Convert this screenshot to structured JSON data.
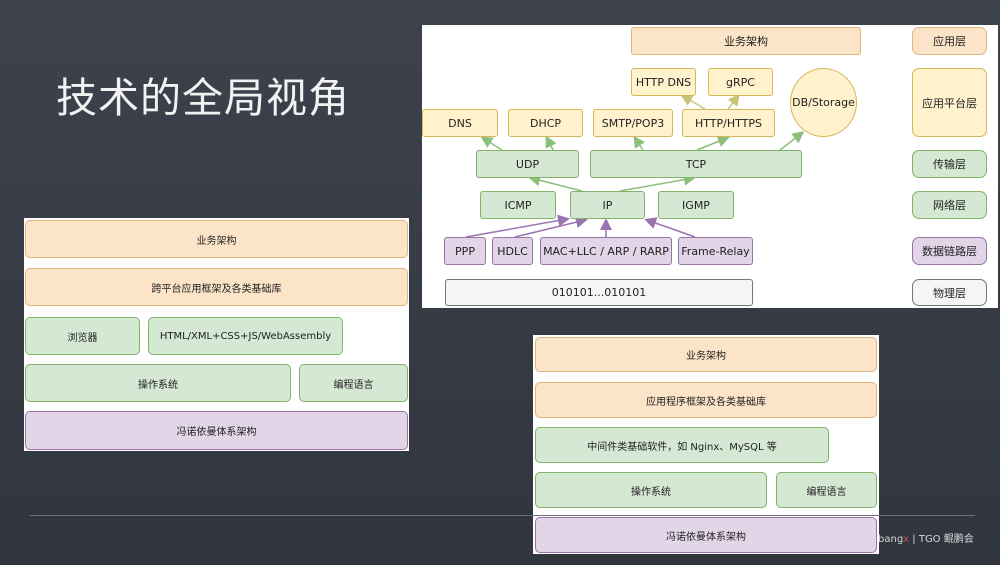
{
  "title": "技术的全局视角",
  "network_diagram": {
    "boxes": [
      {
        "label": "业务架构",
        "style": "o"
      },
      {
        "label": "HTTP DNS",
        "style": "y"
      },
      {
        "label": "gRPC",
        "style": "y"
      },
      {
        "label": "DB/Storage",
        "style": "y circle"
      },
      {
        "label": "DNS",
        "style": "y"
      },
      {
        "label": "DHCP",
        "style": "y"
      },
      {
        "label": "SMTP/POP3",
        "style": "y"
      },
      {
        "label": "HTTP/HTTPS",
        "style": "y"
      },
      {
        "label": "UDP",
        "style": "g"
      },
      {
        "label": "TCP",
        "style": "g"
      },
      {
        "label": "ICMP",
        "style": "g"
      },
      {
        "label": "IP",
        "style": "g"
      },
      {
        "label": "IGMP",
        "style": "g"
      },
      {
        "label": "PPP",
        "style": "p"
      },
      {
        "label": "HDLC",
        "style": "p"
      },
      {
        "label": "MAC+LLC / ARP / RARP",
        "style": "p"
      },
      {
        "label": "Frame-Relay",
        "style": "p"
      },
      {
        "label": "010101...010101",
        "style": "w"
      }
    ],
    "layers": [
      {
        "label": "应用层",
        "style": "o"
      },
      {
        "label": "应用平台层",
        "style": "y"
      },
      {
        "label": "传输层",
        "style": "g"
      },
      {
        "label": "网络层",
        "style": "g"
      },
      {
        "label": "数据链路层",
        "style": "p"
      },
      {
        "label": "物理层",
        "style": "w"
      }
    ]
  },
  "stack_left": {
    "boxes": [
      {
        "label": "业务架构",
        "style": "o"
      },
      {
        "label": "跨平台应用框架及各类基础库",
        "style": "o"
      },
      {
        "label": "浏览器",
        "style": "g"
      },
      {
        "label": "HTML/XML+CSS+JS/WebAssembly",
        "style": "g"
      },
      {
        "label": "操作系统",
        "style": "g"
      },
      {
        "label": "编程语言",
        "style": "g"
      },
      {
        "label": "冯诺依曼体系架构",
        "style": "p"
      }
    ]
  },
  "stack_right": {
    "boxes": [
      {
        "label": "业务架构",
        "style": "o"
      },
      {
        "label": "应用程序框架及各类基础库",
        "style": "o"
      },
      {
        "label": "中间件类基础软件，如 Nginx、MySQL 等",
        "style": "g"
      },
      {
        "label": "操作系统",
        "style": "g"
      },
      {
        "label": "编程语言",
        "style": "g"
      },
      {
        "label": "冯诺依曼体系架构",
        "style": "p"
      }
    ]
  },
  "footer_logo": {
    "text_a": "bang",
    "text_b": "x",
    "text_c": "| TGO 鲲鹏会"
  },
  "colors": {
    "orange": "#fce4c8",
    "yellow": "#fff2cc",
    "green": "#d5e8d4",
    "purple": "#e1d5e7",
    "gray": "#f5f5f5",
    "background": "#363b44"
  }
}
